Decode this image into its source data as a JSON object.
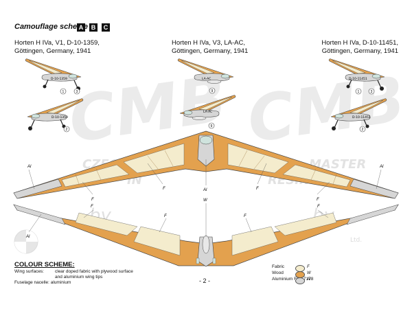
{
  "header": {
    "title": "Camouflage scheme",
    "badges": [
      "A",
      "B",
      "C"
    ]
  },
  "captions": {
    "a": {
      "line1": "Horten H IVa, V1, D-10-1359,",
      "line2": "Göttingen, Germany, 1941"
    },
    "b": {
      "line1": "Horten H IVa, V3, LA-AC,",
      "line2": "Göttingen, Germany, 1941"
    },
    "c": {
      "line1": "Horten H IVa, D-10-11451,",
      "line2": "Göttingen, Germany, 1941"
    }
  },
  "registrations": {
    "a": "D-10-1359",
    "b": "LA-AC",
    "c": "D-10-11451"
  },
  "callouts": {
    "a_top": [
      "1",
      "3"
    ],
    "a_bottom": [
      "2"
    ],
    "b_top": [
      "9"
    ],
    "b_bottom": [
      "9"
    ],
    "c_top": [
      "1",
      "3"
    ],
    "c_bottom": [
      "2"
    ]
  },
  "plan_labels": {
    "fabric": "F",
    "wood": "W",
    "aluminium": "Al"
  },
  "colour_scheme": {
    "title": "COLOUR SCHEME:",
    "wing_label": "Wing surfaces:",
    "wing_text1": "clear doped fabric with plywood surface",
    "wing_text2": "and aluminium wing tips",
    "fuselage": "Fuselage nacelle: aluminium"
  },
  "legend": [
    {
      "label": "Fabric",
      "code": "F",
      "color": "#f4eccd"
    },
    {
      "label": "Wood",
      "code": "W",
      "color": "#e3a14e"
    },
    {
      "label": "Aluminium FS 17178",
      "code": "Al",
      "color": "#d6d6d6"
    }
  ],
  "page_number": "- 2 -",
  "watermark": {
    "left_text1": "CZECH",
    "left_text2": "IN",
    "right_text1": "MASTER",
    "right_text2": "RESIN",
    "by": "by",
    "ltd": "Ltd."
  },
  "colors": {
    "wood": "#e3a14e",
    "fabric": "#f4eccd",
    "aluminium": "#d6d6d6",
    "outline": "#444444",
    "watermark": "#e6e6e6"
  }
}
